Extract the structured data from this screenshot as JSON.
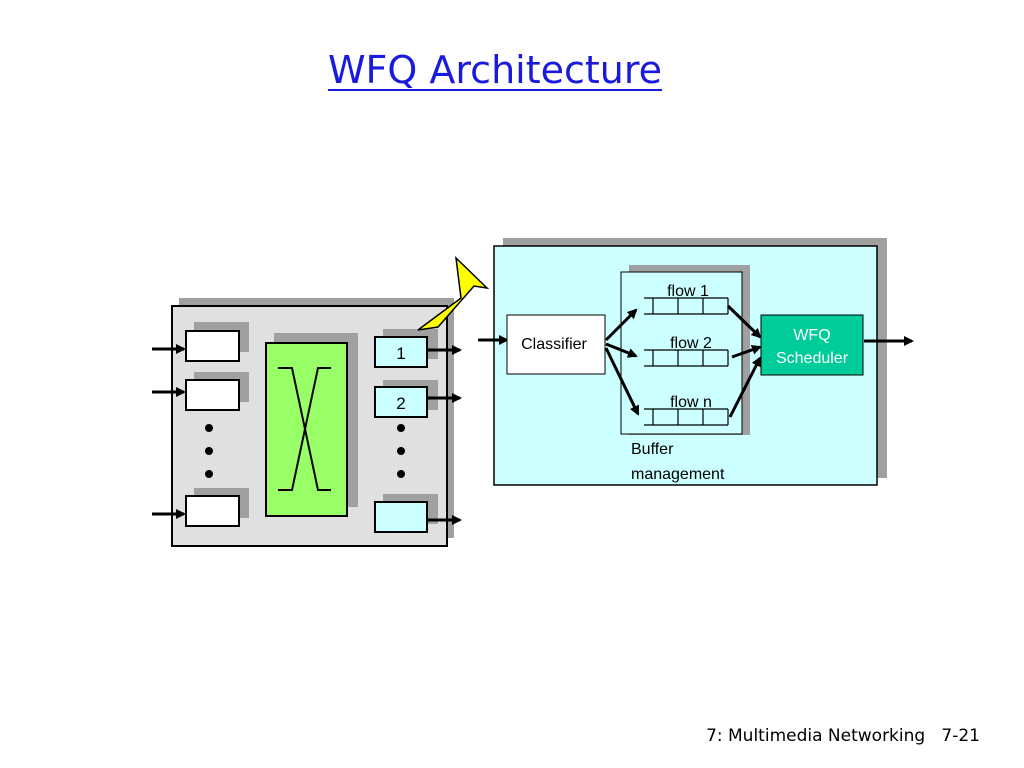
{
  "slide": {
    "title": "WFQ Architecture",
    "footer_chapter": "7: Multimedia Networking",
    "footer_page": "7-21"
  },
  "router": {
    "output_ports": [
      "1",
      "2"
    ]
  },
  "wfq_detail": {
    "classifier_label": "Classifier",
    "flows": [
      "flow 1",
      "flow 2",
      "flow n"
    ],
    "scheduler_label_line1": "WFQ",
    "scheduler_label_line2": "Scheduler",
    "buffer_label_line1": "Buffer",
    "buffer_label_line2": "management"
  },
  "colors": {
    "title_blue": "#1a1adc",
    "switch_fabric_green": "#99ff66",
    "detail_background": "#ccffff",
    "scheduler_teal": "#00cc99",
    "zoom_arrow_yellow": "#ffff00",
    "port_blue": "#ccffff"
  }
}
